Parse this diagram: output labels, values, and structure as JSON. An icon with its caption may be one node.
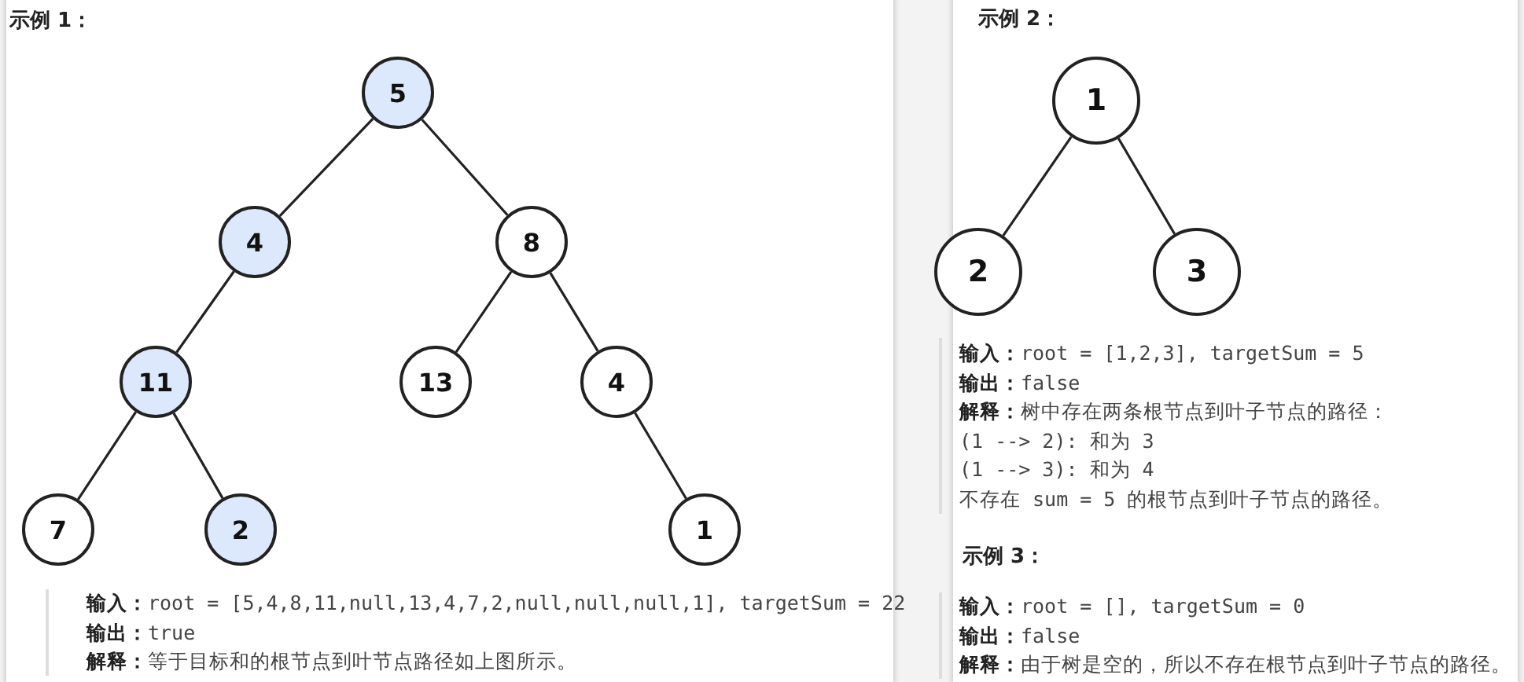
{
  "diagram": {
    "nodes": [
      {
        "text": [
          "5"
        ]
      },
      {
        "text": [
          "4"
        ]
      },
      {
        "text": [
          "8"
        ]
      },
      {
        "text": [
          "11"
        ]
      },
      {
        "text": [
          "13"
        ]
      },
      {
        "text": [
          "4"
        ]
      },
      {
        "text": [
          "7"
        ]
      },
      {
        "text": [
          "2"
        ]
      },
      {
        "text": [
          "1"
        ]
      },
      {
        "text": [
          "1"
        ]
      },
      {
        "text": [
          "2"
        ]
      },
      {
        "text": [
          "3"
        ]
      }
    ],
    "edges": [
      {
        "from": 0,
        "to": 1,
        "arrow": "none"
      },
      {
        "from": 0,
        "to": 2,
        "arrow": "none"
      },
      {
        "from": 1,
        "to": 3,
        "arrow": "none"
      },
      {
        "from": 2,
        "to": 4,
        "arrow": "none"
      },
      {
        "from": 2,
        "to": 5,
        "arrow": "none"
      },
      {
        "from": 3,
        "to": 6,
        "arrow": "none"
      },
      {
        "from": 3,
        "to": 7,
        "arrow": "none"
      },
      {
        "from": 5,
        "to": 8,
        "arrow": "none"
      },
      {
        "from": 9,
        "to": 10,
        "arrow": "none"
      },
      {
        "from": 9,
        "to": 11,
        "arrow": "none"
      }
    ],
    "labels": [
      "示例 1：",
      "**输入：**root = [5,4,8,11,null,13,4,7,2,null,null,null,1], targetSum = 22",
      "**输出：**true",
      "**解释：**等于目标和的根节点到叶节点路径如上图所示。",
      "示例 2：",
      "**输入：**root = [1,2,3], targetSum = 5",
      "**输出：**false",
      "**解释：**树中存在两条根节点到叶子节点的路径：",
      "(1 --> 2): 和为 3",
      "(1 --> 3): 和为 4",
      "不存在 sum = 5 的根节点到叶子节点的路径。",
      "示例 3：",
      "**输入：**root = [], targetSum = 0",
      "**输出：**false",
      "**解释：**由于树是空的，所以不存在根节点到叶子节点的路径。"
    ]
  }
}
